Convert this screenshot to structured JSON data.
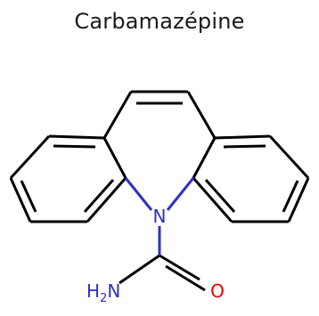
{
  "title": "Carbamazépine",
  "atoms": {
    "nitrogen": "N",
    "oxygen": "O",
    "amine": {
      "main": "H",
      "subscript": "2",
      "tail": "N"
    }
  },
  "colors": {
    "bond": "#000000",
    "nitrogen": "#2f2fc7",
    "oxygen": "#e60000",
    "text": "#1a1a1a"
  }
}
